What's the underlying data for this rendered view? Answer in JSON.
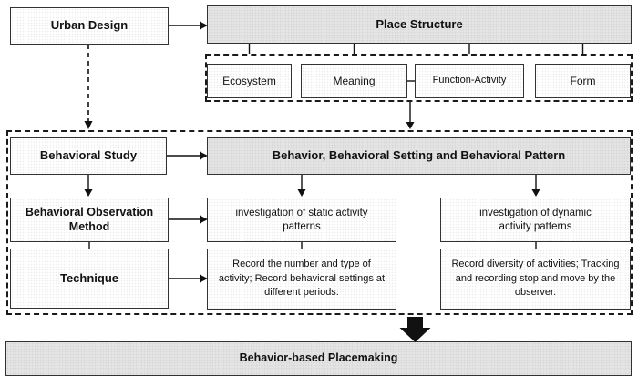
{
  "diagram": {
    "top": {
      "urban_design": "Urban Design",
      "place_structure": "Place Structure",
      "place_components": [
        "Ecosystem",
        "Meaning",
        "Function-Activity",
        "Form"
      ]
    },
    "middle": {
      "behavioral_study": "Behavioral Study",
      "behavior_header": "Behavior, Behavioral Setting and Behavioral Pattern",
      "observation_method": "Behavioral Observation Method",
      "technique": "Technique",
      "static_investigation": "investigation of static activity patterns",
      "dynamic_investigation": "investigation of dynamic activity patterns",
      "static_technique": "Record the number and type of activity; Record behavioral settings at different periods.",
      "dynamic_technique": "Record diversity of activities; Tracking and recording stop and move by the observer."
    },
    "bottom": {
      "placemaking": "Behavior-based Placemaking"
    }
  },
  "theme": {
    "gray_fill": "#e4e4e4",
    "white_fill": "#ffffff",
    "border_color": "#323232",
    "dash_color": "#1a1a1a",
    "arrow_color": "#111111",
    "text_color": "#111111",
    "background": "#ffffff"
  }
}
